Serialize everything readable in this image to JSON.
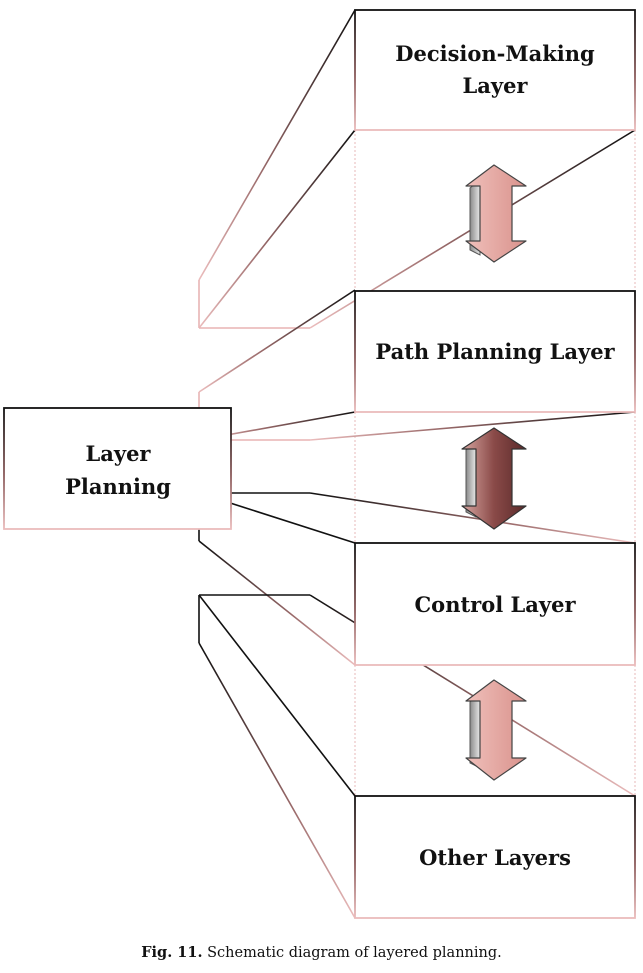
{
  "figure": {
    "caption_label": "Fig. 11.",
    "caption_text": "Schematic diagram of layered planning."
  },
  "root": {
    "label_line1": "Layer",
    "label_line2": "Planning"
  },
  "layers": [
    {
      "line1": "Decision-Making",
      "line2": "Layer"
    },
    {
      "line1": "Path Planning Layer",
      "line2": ""
    },
    {
      "line1": "Control Layer",
      "line2": ""
    },
    {
      "line1": "Other Layers",
      "line2": ""
    }
  ],
  "colors": {
    "outline_dark": "#111111",
    "outline_light": "#e8b4b4",
    "arrow_fill": "#e6a9a4",
    "arrow_side": "#bdbdbd"
  }
}
